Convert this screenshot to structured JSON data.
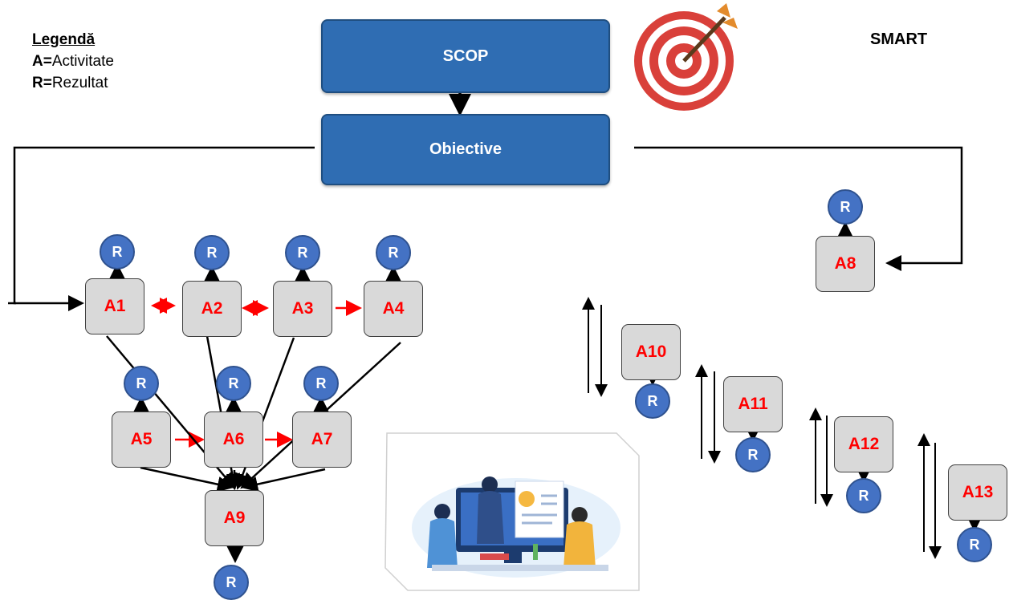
{
  "legend": {
    "title": "Legendă",
    "a_key": "A=",
    "a_text": "Activitate",
    "r_key": "R=",
    "r_text": "Rezultat"
  },
  "smart_label": "SMART",
  "boxes": {
    "scop": "SCOP",
    "objectives": "Obiective"
  },
  "activities": {
    "a1": "A1",
    "a2": "A2",
    "a3": "A3",
    "a4": "A4",
    "a5": "A5",
    "a6": "A6",
    "a7": "A7",
    "a8": "A8",
    "a9": "A9",
    "a10": "A10",
    "a11": "A11",
    "a12": "A12",
    "a13": "A13"
  },
  "result_label": "R",
  "icons": [
    "target-icon",
    "presentation-illustration"
  ],
  "colors": {
    "box_blue": "#2f6db3",
    "activity_gray": "#d9d9d9",
    "activity_text": "#ff0000",
    "result_blue": "#4472c4",
    "red_arrow": "#ff0000"
  }
}
